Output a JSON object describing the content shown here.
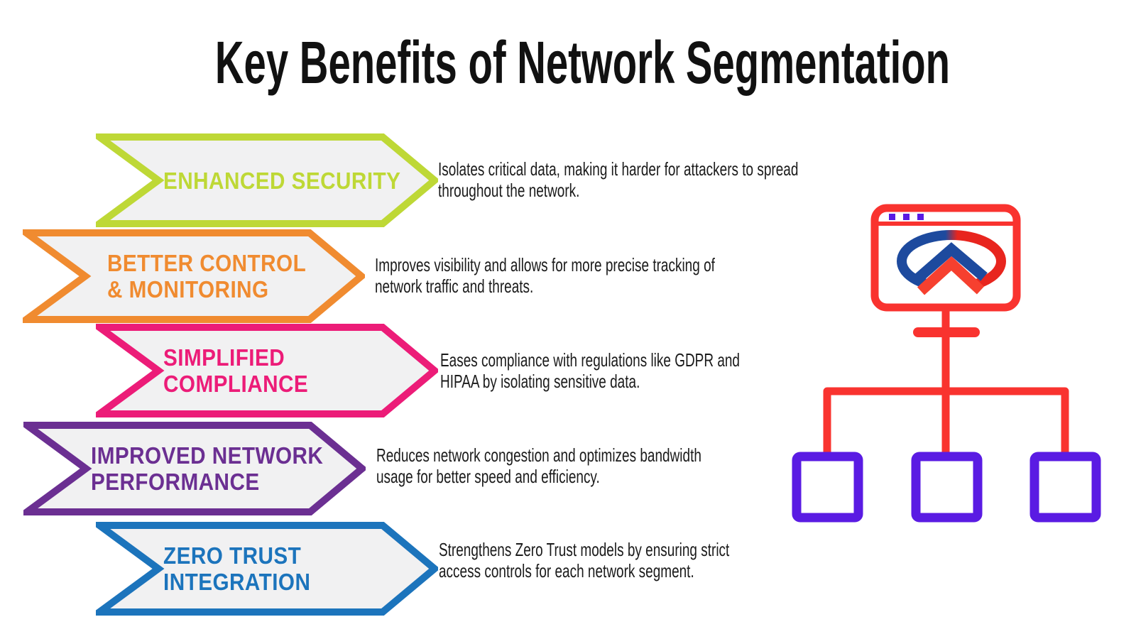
{
  "title": "Key Benefits of Network Segmentation",
  "arrow_fill": "#F1F1F2",
  "benefits": [
    {
      "label_line1": "ENHANCED SECURITY",
      "label_line2": "",
      "desc_line1": "Isolates critical data, making it harder for attackers to spread",
      "desc_line2": "throughout the network.",
      "color": "#BED836"
    },
    {
      "label_line1": "BETTER CONTROL",
      "label_line2": "& MONITORING",
      "desc_line1": "Improves visibility and allows for more precise tracking of",
      "desc_line2": "network traffic and threats.",
      "color": "#F08B30"
    },
    {
      "label_line1": "SIMPLIFIED",
      "label_line2": "COMPLIANCE",
      "desc_line1": "Eases compliance with regulations like GDPR and",
      "desc_line2": "HIPAA by isolating sensitive data.",
      "color": "#EC1C78"
    },
    {
      "label_line1": "IMPROVED NETWORK",
      "label_line2": "PERFORMANCE",
      "desc_line1": "Reduces network congestion and optimizes bandwidth",
      "desc_line2": "usage for better speed and efficiency.",
      "color": "#6B2F92"
    },
    {
      "label_line1": "ZERO TRUST",
      "label_line2": "INTEGRATION",
      "desc_line1": "Strengthens Zero Trust models by ensuring strict",
      "desc_line2": "access controls for each network segment.",
      "color": "#1C74BC"
    }
  ],
  "diagram": {
    "line_color": "#F9332F",
    "node_color": "#5A1BE3",
    "logo_blue": "#1D4A9E",
    "logo_red": "#E8251E",
    "logo_red_bright": "#F6402F",
    "dot_count": "3",
    "node_count": "3"
  }
}
